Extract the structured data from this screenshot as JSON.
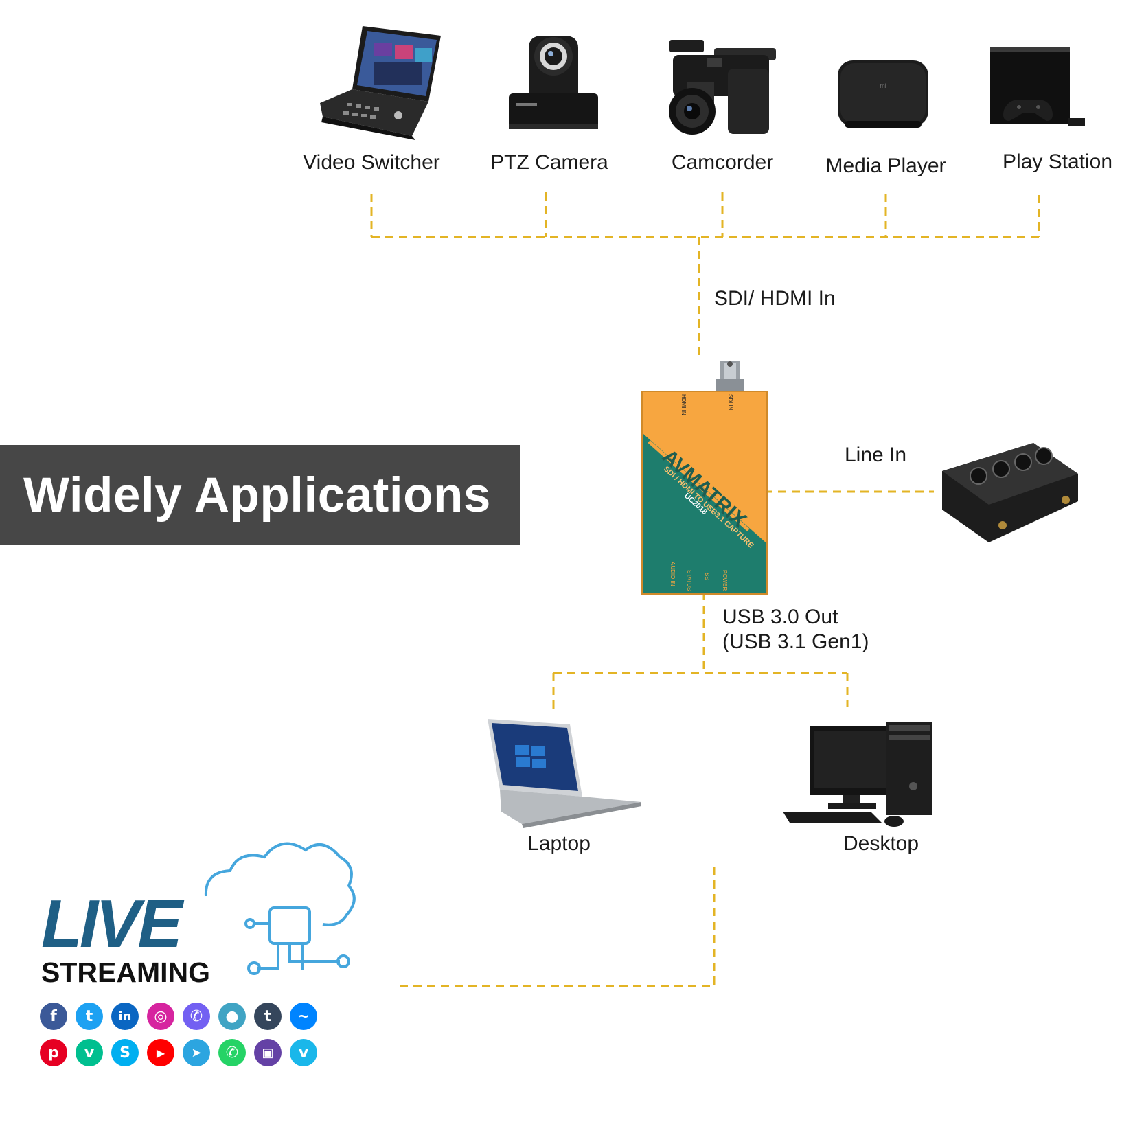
{
  "banner": {
    "title": "Widely Applications"
  },
  "sources": [
    {
      "label": "Video Switcher",
      "icon": "video-switcher-icon"
    },
    {
      "label": "PTZ Camera",
      "icon": "ptz-camera-icon"
    },
    {
      "label": "Camcorder",
      "icon": "camcorder-icon"
    },
    {
      "label": "Media Player",
      "icon": "media-player-icon"
    },
    {
      "label": "Play Station",
      "icon": "play-station-icon"
    }
  ],
  "connections": {
    "input": "SDI/ HDMI In",
    "line_in": "Line In",
    "usb_out_line1": "USB 3.0 Out",
    "usb_out_line2": "(USB 3.1 Gen1)"
  },
  "device": {
    "brand": "AVMATRIX",
    "subtitle": "SDI / HDMI TO USB3.1 CAPTURE",
    "model": "UC2018",
    "ports_top": [
      "HDMI IN",
      "SDI IN"
    ],
    "ports_bottom": [
      "AUDIO IN",
      "STATUS",
      "SS",
      "POWER"
    ]
  },
  "outputs": [
    {
      "label": "Laptop",
      "icon": "laptop-icon"
    },
    {
      "label": "Desktop",
      "icon": "desktop-icon"
    }
  ],
  "logo": {
    "line1": "LIVE",
    "line2": "STREAMING"
  },
  "social_icons": [
    [
      "facebook-icon",
      "twitter-icon",
      "linkedin-icon",
      "instagram-icon",
      "viber-icon",
      "periscope-icon",
      "tumblr-icon",
      "messenger-icon"
    ],
    [
      "pinterest-icon",
      "vine-icon",
      "skype-icon",
      "youtube-icon",
      "telegram-icon",
      "whatsapp-icon",
      "twitch-icon",
      "vimeo-icon"
    ]
  ],
  "colors": {
    "connector_line": "#e3b425",
    "banner_bg": "#474747",
    "device_orange": "#f7a640",
    "device_teal": "#1e7d6d",
    "logo_blue_dark": "#1f5f85",
    "logo_blue_light": "#45a6dd"
  }
}
